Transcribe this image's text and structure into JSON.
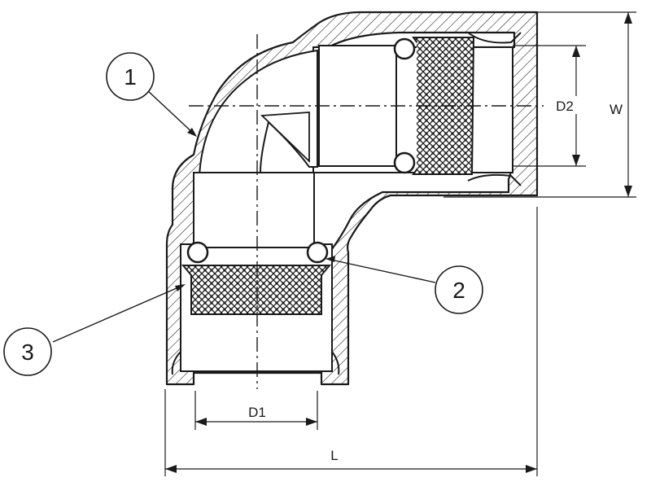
{
  "callouts": [
    {
      "label": "1"
    },
    {
      "label": "2"
    },
    {
      "label": "3"
    }
  ],
  "dimensions": {
    "d1": "D1",
    "d2": "D2",
    "w": "W",
    "l": "L"
  },
  "colors": {
    "line": "#1a1a1a",
    "background": "#ffffff"
  }
}
